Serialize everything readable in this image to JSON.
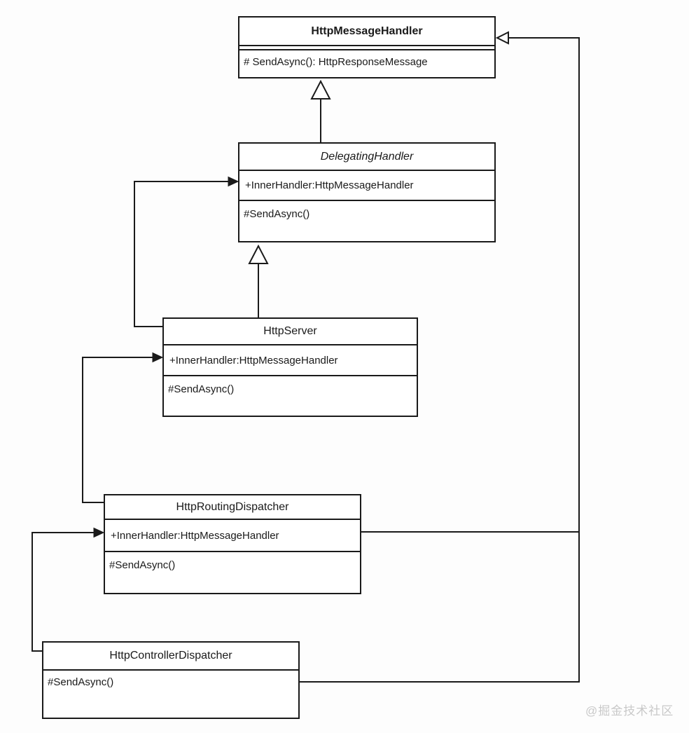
{
  "classes": {
    "http_message_handler": {
      "title": "HttpMessageHandler",
      "method": "# SendAsync(): HttpResponseMessage"
    },
    "delegating_handler": {
      "title": "DelegatingHandler",
      "attr": "+InnerHandler:HttpMessageHandler",
      "method": "#SendAsync()"
    },
    "http_server": {
      "title": "HttpServer",
      "attr": "+InnerHandler:HttpMessageHandler",
      "method": "#SendAsync()"
    },
    "http_routing_dispatcher": {
      "title": "HttpRoutingDispatcher",
      "attr": "+InnerHandler:HttpMessageHandler",
      "method": "#SendAsync()"
    },
    "http_controller_dispatcher": {
      "title": "HttpControllerDispatcher",
      "method": "#SendAsync()"
    }
  },
  "relationships": [
    {
      "from": "DelegatingHandler",
      "to": "HttpMessageHandler",
      "type": "generalization"
    },
    {
      "from": "HttpServer",
      "to": "DelegatingHandler",
      "type": "generalization"
    },
    {
      "from": "HttpControllerDispatcher",
      "to": "HttpMessageHandler",
      "type": "generalization"
    },
    {
      "from": "HttpServer",
      "to": "DelegatingHandler.InnerHandler",
      "type": "association"
    },
    {
      "from": "HttpRoutingDispatcher",
      "to": "HttpServer.InnerHandler",
      "type": "association"
    },
    {
      "from": "HttpControllerDispatcher",
      "to": "HttpRoutingDispatcher.InnerHandler",
      "type": "association"
    },
    {
      "from": "HttpRoutingDispatcher.InnerHandler",
      "to": "HttpMessageHandler",
      "type": "association"
    }
  ],
  "watermark": {
    "text": "@掘金技术社区"
  },
  "colors": {
    "line": "#1a1a1a",
    "text": "#1a1a1a",
    "background": "#ffffff",
    "watermark": "#c9c9c9"
  }
}
